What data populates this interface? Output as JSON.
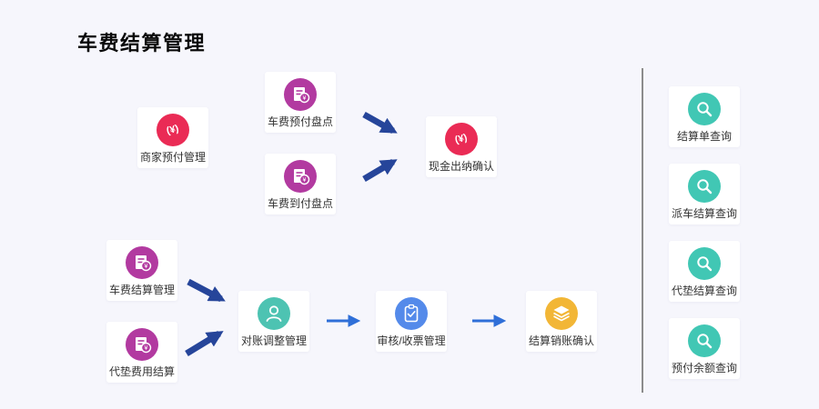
{
  "title": "车费结算管理",
  "icons": {
    "yen_glyph": "(¥)"
  },
  "colors": {
    "background": "#f6f6fc",
    "card": "#ffffff",
    "red": "#ea2b55",
    "magenta": "#b23aa0",
    "teal": "#4dc3b2",
    "blue": "#548aea",
    "yellow": "#f2b636",
    "query_teal": "#41c7b4",
    "arrow_dark": "#26459a",
    "arrow_blue": "#2f6fd8",
    "divider": "#8c8c8c",
    "label_text": "#333333"
  },
  "flow_nodes": [
    {
      "label": "商家预付管理",
      "icon": "yen-circle-icon"
    },
    {
      "label": "车费预付盘点",
      "icon": "billing-list-icon"
    },
    {
      "label": "车费到付盘点",
      "icon": "billing-list-icon"
    },
    {
      "label": "现金出纳确认",
      "icon": "yen-circle-icon"
    },
    {
      "label": "车费结算管理",
      "icon": "billing-list-icon"
    },
    {
      "label": "代垫费用结算",
      "icon": "billing-list-icon"
    },
    {
      "label": "对账调整管理",
      "icon": "person-icon"
    },
    {
      "label": "审核/收票管理",
      "icon": "clipboard-check-icon"
    },
    {
      "label": "结算销账确认",
      "icon": "layers-icon"
    }
  ],
  "query_nodes": [
    {
      "label": "结算单查询",
      "icon": "search-icon"
    },
    {
      "label": "派车结算查询",
      "icon": "search-icon"
    },
    {
      "label": "代垫结算查询",
      "icon": "search-icon"
    },
    {
      "label": "预付余额查询",
      "icon": "search-icon"
    }
  ]
}
